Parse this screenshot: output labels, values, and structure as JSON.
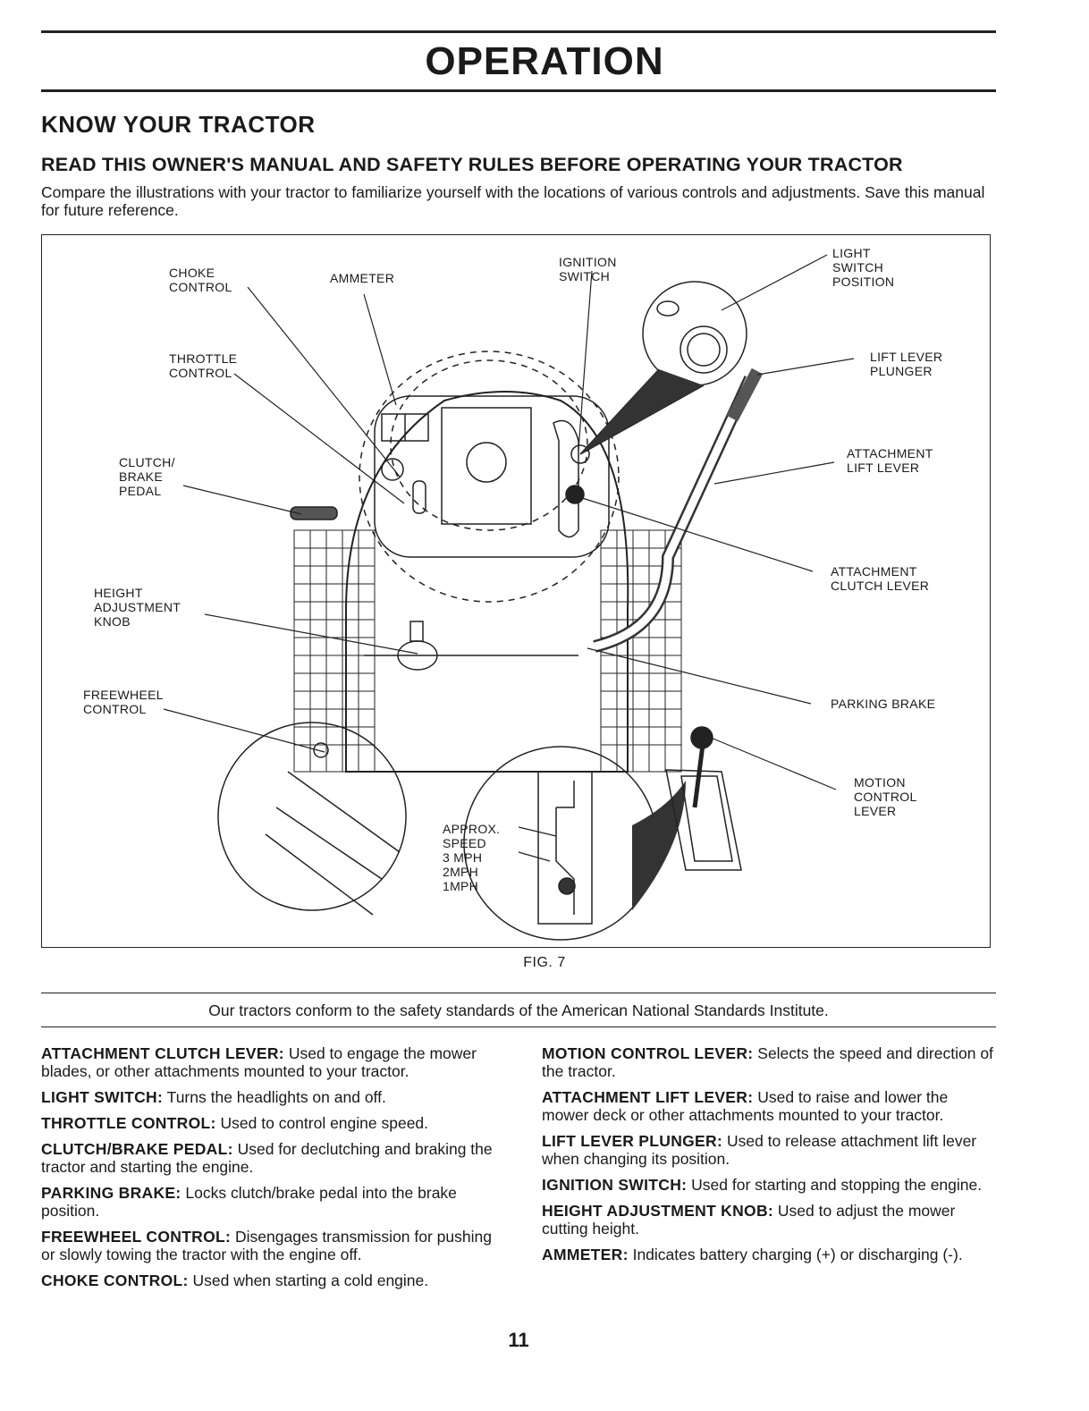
{
  "page": {
    "title": "OPERATION",
    "section_heading": "KNOW YOUR TRACTOR",
    "warning_heading": "READ THIS OWNER'S MANUAL AND SAFETY RULES BEFORE OPERATING YOUR TRACTOR",
    "intro_text": "Compare the illustrations with your tractor to familiarize yourself with the locations of various controls and adjustments. Save this manual for future reference.",
    "figure_caption": "FIG. 7",
    "standards_note": "Our tractors conform to the safety standards of the American National Standards Institute.",
    "page_number": "11"
  },
  "figure": {
    "labels": {
      "choke_control": "CHOKE\nCONTROL",
      "ammeter": "AMMETER",
      "ignition_switch": "IGNITION\nSWITCH",
      "light_switch_position": "LIGHT\nSWITCH\nPOSITION",
      "throttle_control": "THROTTLE\nCONTROL",
      "lift_lever_plunger": "LIFT LEVER\nPLUNGER",
      "clutch_brake_pedal": "CLUTCH/\nBRAKE\nPEDAL",
      "attachment_lift_lever": "ATTACHMENT\nLIFT LEVER",
      "attachment_clutch_lever": "ATTACHMENT\nCLUTCH LEVER",
      "height_adjustment_knob": "HEIGHT\nADJUSTMENT\nKNOB",
      "freewheel_control": "FREEWHEEL\nCONTROL",
      "parking_brake": "PARKING BRAKE",
      "motion_control_lever": "MOTION\nCONTROL\nLEVER",
      "approx_speed": "APPROX.\nSPEED\n3 MPH\n2MPH\n1MPH"
    }
  },
  "descriptions": {
    "left": [
      {
        "term": "ATTACHMENT CLUTCH LEVER:",
        "text": "Used to engage the mower blades, or other attachments mounted to your tractor."
      },
      {
        "term": "LIGHT SWITCH:",
        "text": "Turns the headlights on and off."
      },
      {
        "term": "THROTTLE CONTROL:",
        "text": "Used to control engine speed."
      },
      {
        "term": "CLUTCH/BRAKE PEDAL:",
        "text": "Used for declutching and braking the tractor and starting the engine."
      },
      {
        "term": "PARKING BRAKE:",
        "text": "Locks clutch/brake pedal into the brake position."
      },
      {
        "term": "FREEWHEEL CONTROL:",
        "text": "Disengages transmission for pushing or slowly towing the tractor with the engine off."
      },
      {
        "term": "CHOKE CONTROL:",
        "text": "Used when starting a cold engine."
      }
    ],
    "right": [
      {
        "term": "MOTION CONTROL LEVER:",
        "text": "Selects the speed and direction of the tractor."
      },
      {
        "term": "ATTACHMENT LIFT LEVER:",
        "text": "Used to raise and lower the mower deck or other attachments mounted to your tractor."
      },
      {
        "term": "LIFT LEVER PLUNGER:",
        "text": "Used to release attachment lift lever when changing its position."
      },
      {
        "term": "IGNITION SWITCH:",
        "text": "Used for starting and stopping the engine."
      },
      {
        "term": "HEIGHT ADJUSTMENT KNOB:",
        "text": "Used to adjust the mower cutting height."
      },
      {
        "term": "AMMETER:",
        "text": "Indicates battery charging (+) or discharging (-)."
      }
    ]
  }
}
